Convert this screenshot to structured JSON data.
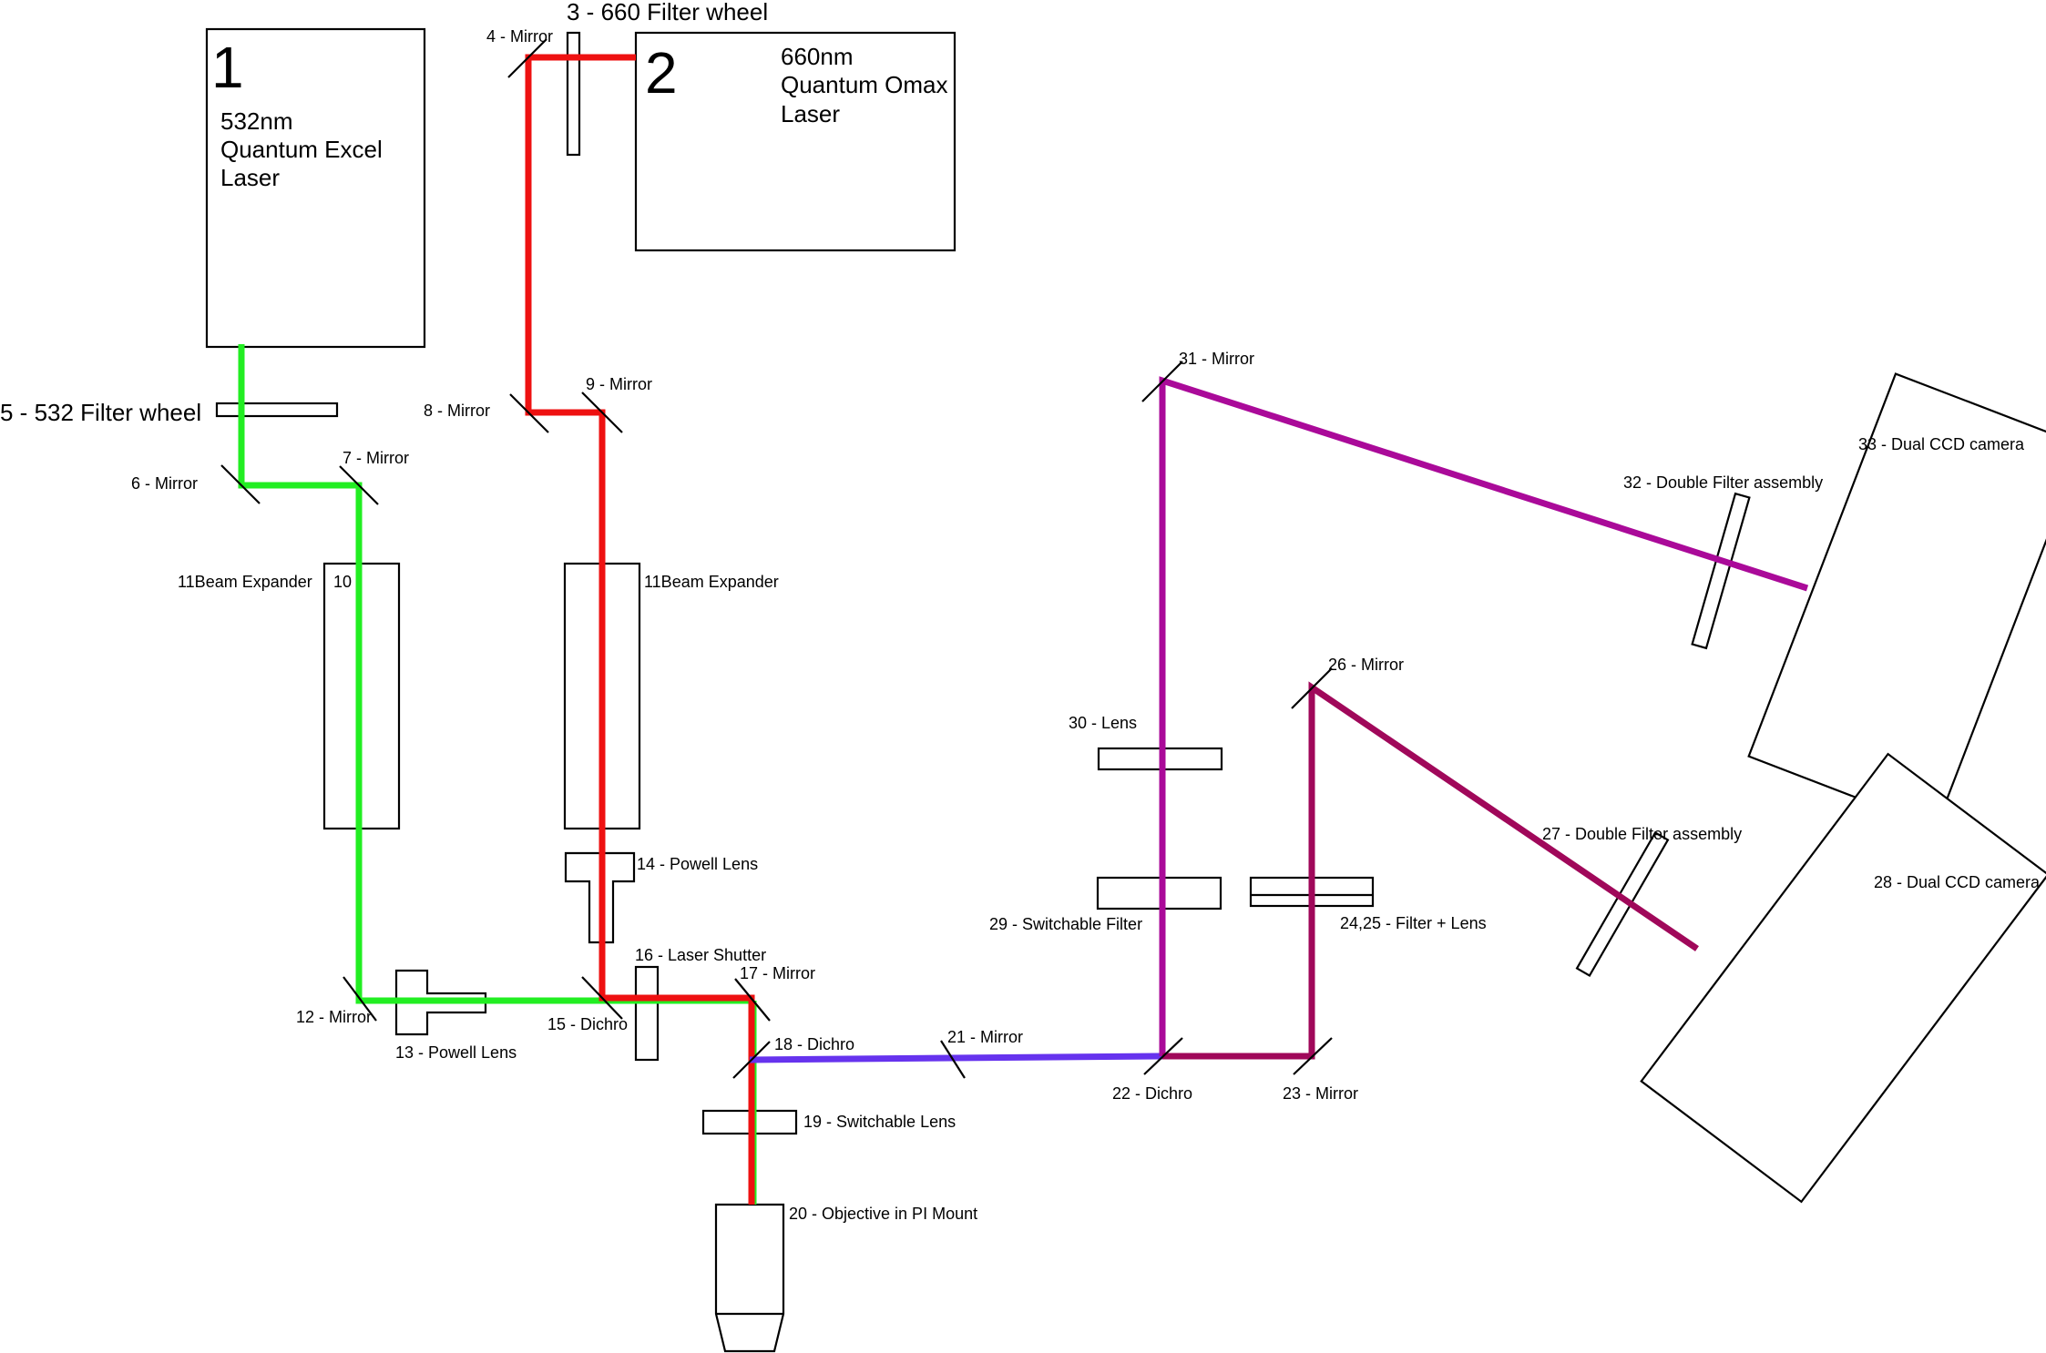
{
  "colors": {
    "green": "#22ee22",
    "red": "#ee1111",
    "violet": "#6633ee",
    "magenta": "#aa0a99",
    "crimson": "#a0085a"
  },
  "lasers": {
    "laser1": {
      "number": "1",
      "lines": [
        "532nm",
        "Quantum Excel",
        "Laser"
      ]
    },
    "laser2": {
      "number": "2",
      "lines": [
        "660nm",
        "Quantum Omax",
        "Laser"
      ]
    }
  },
  "labels": {
    "l3": "3 - 660 Filter wheel",
    "l4": "4 - Mirror",
    "l5": "5 - 532 Filter wheel",
    "l6": "6 - Mirror",
    "l7": "7 - Mirror",
    "l8": "8 - Mirror",
    "l9": "9 - Mirror",
    "l10": "10",
    "l11a": "11Beam Expander",
    "l11b": "11Beam Expander",
    "l12": "12 - Mirror",
    "l13": "13 - Powell Lens",
    "l14": "14 - Powell Lens",
    "l15": "15 - Dichro",
    "l16": "16 - Laser Shutter",
    "l17": "17 - Mirror",
    "l18": "18 - Dichro",
    "l19": "19 - Switchable Lens",
    "l20": "20 - Objective in PI Mount",
    "l21": "21 - Mirror",
    "l22": "22 - Dichro",
    "l23": "23 - Mirror",
    "l2425": "24,25 - Filter + Lens",
    "l26": "26 - Mirror",
    "l27": "27 - Double Filter assembly",
    "l28": "28 - Dual CCD camera",
    "l29": "29 - Switchable Filter",
    "l30": "30 - Lens",
    "l31": "31 - Mirror",
    "l32": "32 - Double Filter assembly",
    "l33": "33 - Dual CCD camera"
  }
}
